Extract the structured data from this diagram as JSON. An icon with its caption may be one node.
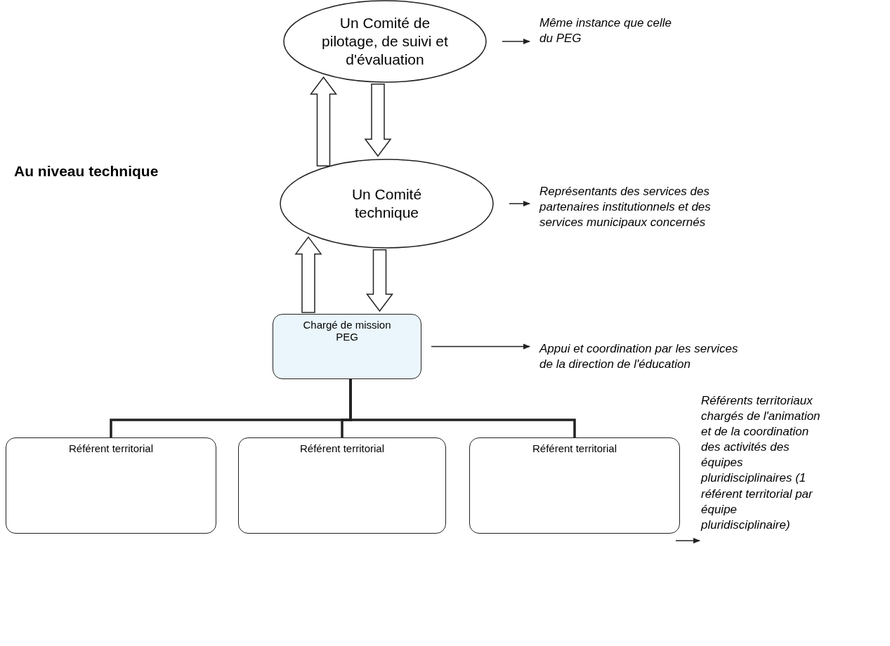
{
  "diagram": {
    "nodes": [
      {
        "text": [
          "Un Comité de pilotage, de suivi et d'évaluation"
        ]
      },
      {
        "text": [
          "Même instance que celle du PEG"
        ]
      },
      {
        "text": [
          "Un Comité technique"
        ]
      },
      {
        "text": [
          "Représentants des services des partenaires institutionnels et des services municipaux concernés"
        ]
      },
      {
        "text": [
          "Chargé de mission PEG"
        ]
      },
      {
        "text": [
          "Appui et coordination par les services de la direction de l'éducation"
        ]
      },
      {
        "text": [
          "Référent territorial"
        ]
      },
      {
        "text": [
          "Référent territorial"
        ]
      },
      {
        "text": [
          "Référent territorial"
        ]
      },
      {
        "text": [
          "Référents territoriaux chargés de l'animation et de la coordination des activités des équipes pluridisciplinaires (1 référent territorial par équipe pluridisciplinaire)"
        ]
      }
    ],
    "edges": [
      {
        "from": 0,
        "to": 1,
        "arrow": "to"
      },
      {
        "from": 2,
        "to": 0,
        "arrow": "to",
        "style": "thick"
      },
      {
        "from": 0,
        "to": 2,
        "arrow": "to",
        "style": "thick"
      },
      {
        "from": 2,
        "to": 3,
        "arrow": "to"
      },
      {
        "from": 4,
        "to": 2,
        "arrow": "to",
        "style": "thick"
      },
      {
        "from": 2,
        "to": 4,
        "arrow": "to",
        "style": "thick"
      },
      {
        "from": 4,
        "to": 5,
        "arrow": "to"
      },
      {
        "from": 4,
        "to": 6,
        "arrow": "none",
        "style": "thick"
      },
      {
        "from": 4,
        "to": 7,
        "arrow": "none",
        "style": "thick"
      },
      {
        "from": 4,
        "to": 8,
        "arrow": "none",
        "style": "thick"
      },
      {
        "from": 8,
        "to": 9,
        "arrow": "to"
      }
    ],
    "labels": [
      "Au niveau technique"
    ]
  }
}
